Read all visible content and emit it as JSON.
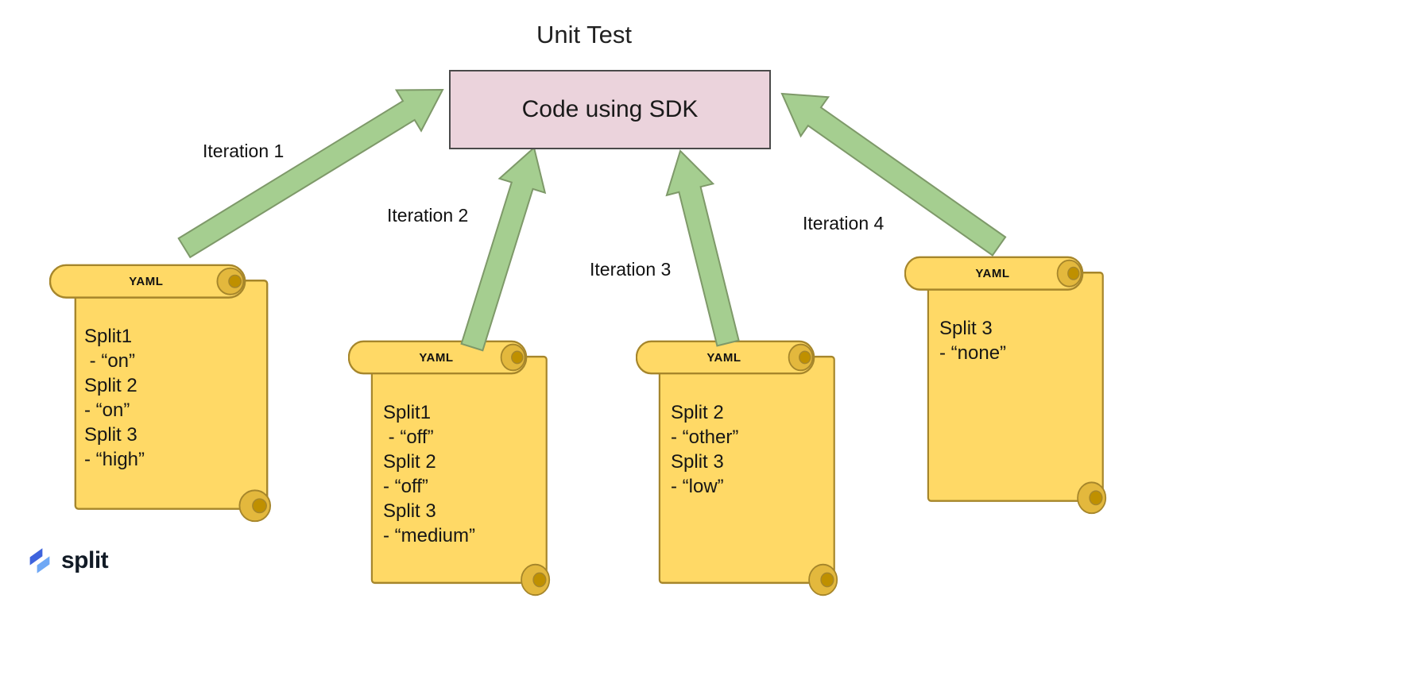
{
  "title": "Unit Test",
  "box": {
    "label": "Code using SDK"
  },
  "iterations": [
    {
      "label": "Iteration 1"
    },
    {
      "label": "Iteration 2"
    },
    {
      "label": "Iteration 3"
    },
    {
      "label": "Iteration 4"
    }
  ],
  "scrolls": [
    {
      "header": "YAML",
      "lines": "Split1\n - “on”\nSplit 2\n- “on”\nSplit 3\n- “high”"
    },
    {
      "header": "YAML",
      "lines": "Split1\n - “off”\nSplit 2\n- “off”\nSplit 3\n- “medium”"
    },
    {
      "header": "YAML",
      "lines": "Split 2\n- “other”\nSplit 3\n- “low”"
    },
    {
      "header": "YAML",
      "lines": "Split 3\n- “none”"
    }
  ],
  "logo": {
    "text": "split"
  },
  "colors": {
    "scroll_fill": "#FFD966",
    "scroll_stroke": "#A6862B",
    "scroll_roll": "#E3B83D",
    "scroll_roll_inner": "#BF9000",
    "box_fill": "#EBD3DC",
    "box_stroke": "#4A4A4A",
    "arrow_fill": "#A5CE90",
    "arrow_stroke": "#7E9969",
    "logo_blue": "#3E63DD",
    "logo_blue_light": "#6FA8F5",
    "text": "#1A1A1A"
  }
}
